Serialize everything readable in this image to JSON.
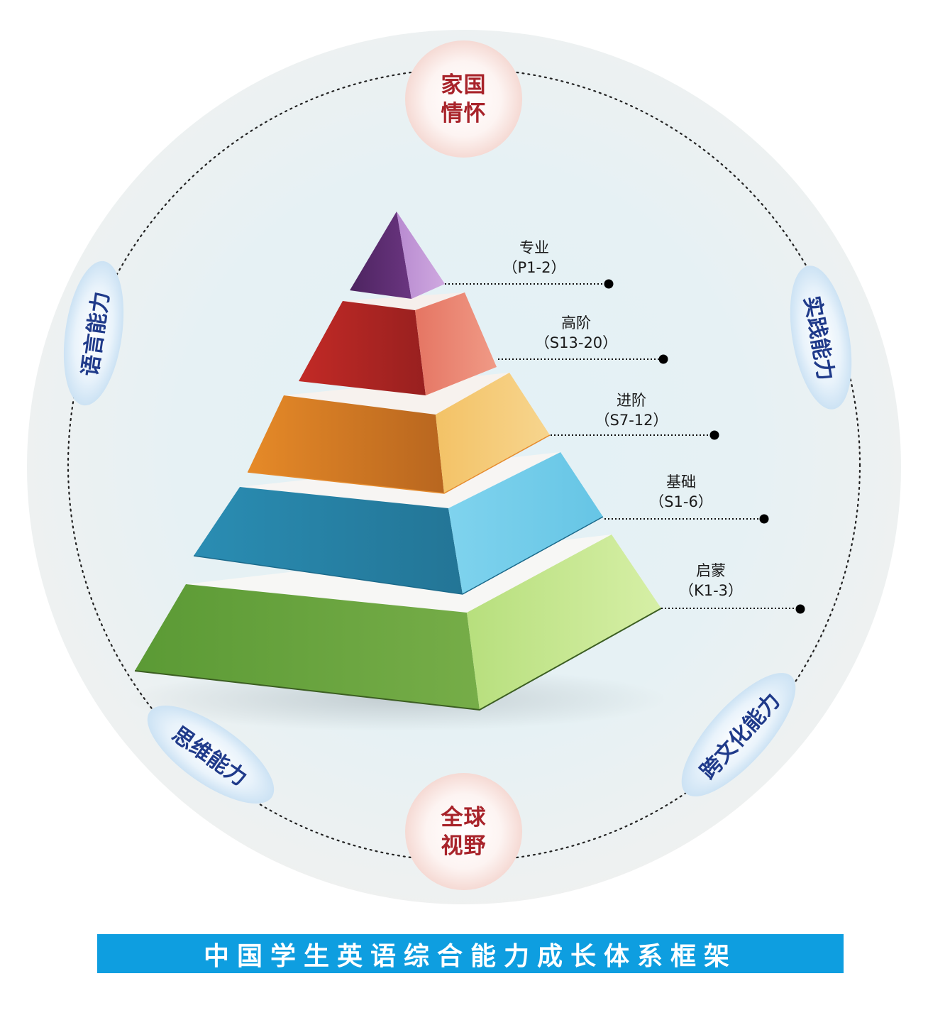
{
  "title": "中国学生英语综合能力成长体系框架",
  "center_bubbles": [
    {
      "id": "top",
      "line1": "家国",
      "line2": "情怀"
    },
    {
      "id": "bottom",
      "line1": "全球",
      "line2": "视野"
    }
  ],
  "ability_ovals": [
    {
      "id": "language",
      "label": "语言能力"
    },
    {
      "id": "practice",
      "label": "实践能力"
    },
    {
      "id": "thinking",
      "label": "思维能力"
    },
    {
      "id": "cross_cultural",
      "label": "跨文化能力"
    }
  ],
  "pyramid_levels": [
    {
      "name": "专业",
      "range": "（P1-2）",
      "color_left": "#5a2a6a",
      "color_right": "#c197d6"
    },
    {
      "name": "高阶",
      "range": "（S13-20）",
      "color_left": "#a11f22",
      "color_right": "#ec8b78"
    },
    {
      "name": "进阶",
      "range": "（S7-12）",
      "color_left": "#c7731f",
      "color_right": "#f6cf7f"
    },
    {
      "name": "基础",
      "range": "（S1-6）",
      "color_left": "#1f7395",
      "color_right": "#83d6ef"
    },
    {
      "name": "启蒙",
      "range": "（K1-3）",
      "color_left": "#5f9a3a",
      "color_right": "#cdea9a"
    }
  ],
  "colors": {
    "title_bar": "#0e9ee0",
    "bubble_text": "#a8232a",
    "oval_text": "#1f3a8a"
  }
}
